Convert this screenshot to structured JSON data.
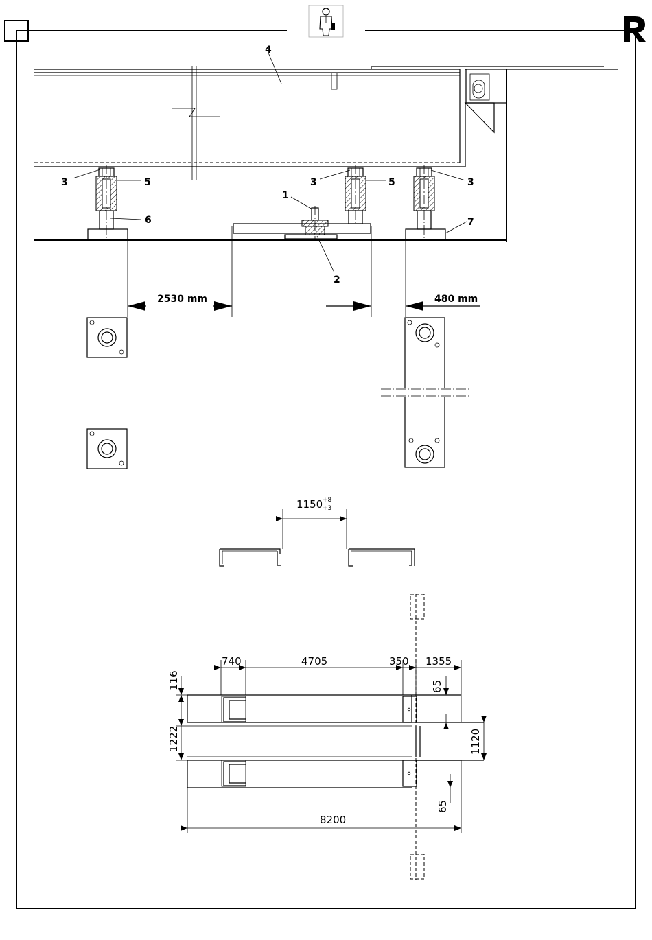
{
  "header": {
    "page_box": "",
    "person_icon": "person-with-manual-icon",
    "logo_letter": "R"
  },
  "elevation_view": {
    "part_labels": {
      "p1": "1",
      "p2": "2",
      "p3_left": "3",
      "p3_mid": "3",
      "p3_right": "3",
      "p4": "4",
      "p5_left": "5",
      "p5_right": "5",
      "p6": "6",
      "p7": "7"
    },
    "dimensions": {
      "left_gap": "2530 mm",
      "right_gap": "480 mm"
    }
  },
  "detail_view": {
    "dimension_main": "1150",
    "tolerance_upper": "+8",
    "tolerance_lower": "+3"
  },
  "plan_view": {
    "dimensions": {
      "d740": "740",
      "d4705": "4705",
      "d350": "350",
      "d1355": "1355",
      "d116": "116",
      "d1222": "1222",
      "d65_top": "65",
      "d1120": "1120",
      "d65_bottom": "65",
      "d8200": "8200"
    }
  }
}
